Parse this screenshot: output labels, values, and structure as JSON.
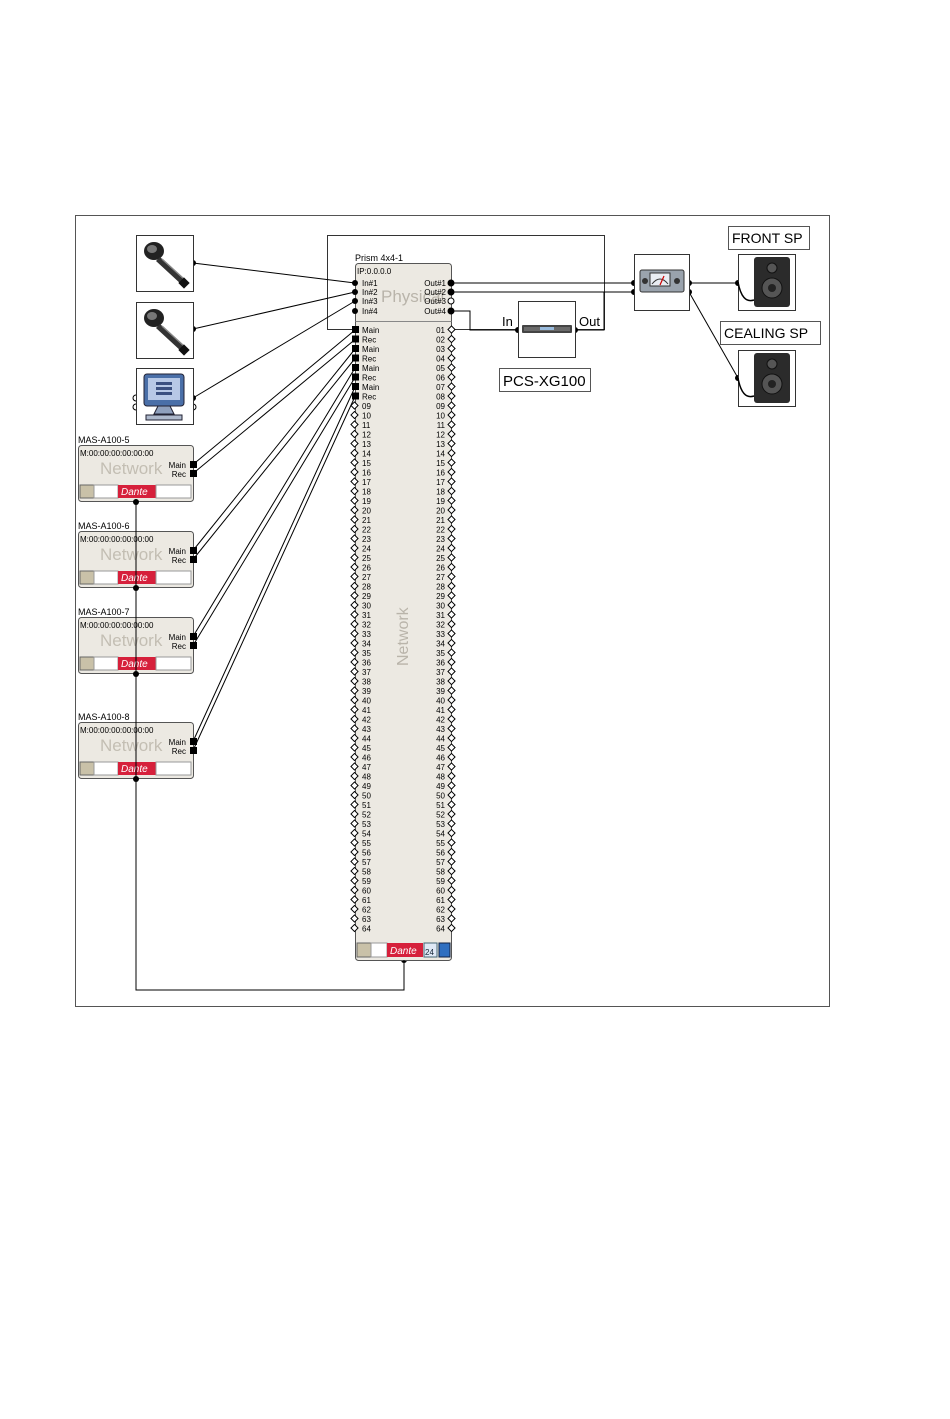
{
  "prism": {
    "name": "Prism 4x4-1",
    "ip": "IP:0.0.0.0",
    "physical_watermark": "Physical",
    "network_watermark": "Network",
    "inputs": [
      "In#1",
      "In#2",
      "In#3",
      "In#4"
    ],
    "outputs": [
      "Out#1",
      "Out#2",
      "Out#3",
      "Out#4"
    ],
    "network_left_labels": [
      "Main",
      "Rec",
      "Main",
      "Rec",
      "Main",
      "Rec",
      "Main",
      "Rec",
      "09",
      "10",
      "11",
      "12",
      "13",
      "14",
      "15",
      "16",
      "17",
      "18",
      "19",
      "20",
      "21",
      "22",
      "23",
      "24",
      "25",
      "26",
      "27",
      "28",
      "29",
      "30",
      "31",
      "32",
      "33",
      "34",
      "35",
      "36",
      "37",
      "38",
      "39",
      "40",
      "41",
      "42",
      "43",
      "44",
      "45",
      "46",
      "47",
      "48",
      "49",
      "50",
      "51",
      "52",
      "53",
      "54",
      "55",
      "56",
      "57",
      "58",
      "59",
      "60",
      "61",
      "62",
      "63",
      "64"
    ],
    "network_right_labels": [
      "01",
      "02",
      "03",
      "04",
      "05",
      "06",
      "07",
      "08",
      "09",
      "10",
      "11",
      "12",
      "13",
      "14",
      "15",
      "16",
      "17",
      "18",
      "19",
      "20",
      "21",
      "22",
      "23",
      "24",
      "25",
      "26",
      "27",
      "28",
      "29",
      "30",
      "31",
      "32",
      "33",
      "34",
      "35",
      "36",
      "37",
      "38",
      "39",
      "40",
      "41",
      "42",
      "43",
      "44",
      "45",
      "46",
      "47",
      "48",
      "49",
      "50",
      "51",
      "52",
      "53",
      "54",
      "55",
      "56",
      "57",
      "58",
      "59",
      "60",
      "61",
      "62",
      "63",
      "64"
    ],
    "dante_label": "Dante",
    "badge_number": "24"
  },
  "mas_units": [
    {
      "name": "MAS-A100-5",
      "mac": "M:00:00:00:00:00:00",
      "watermark": "Network",
      "port_main": "Main",
      "port_rec": "Rec",
      "dante_label": "Dante"
    },
    {
      "name": "MAS-A100-6",
      "mac": "M:00:00:00:00:00:00",
      "watermark": "Network",
      "port_main": "Main",
      "port_rec": "Rec",
      "dante_label": "Dante"
    },
    {
      "name": "MAS-A100-7",
      "mac": "M:00:00:00:00:00:00",
      "watermark": "Network",
      "port_main": "Main",
      "port_rec": "Rec",
      "dante_label": "Dante"
    },
    {
      "name": "MAS-A100-8",
      "mac": "M:00:00:00:00:00:00",
      "watermark": "Network",
      "port_main": "Main",
      "port_rec": "Rec",
      "dante_label": "Dante"
    }
  ],
  "pcs": {
    "label": "PCS-XG100",
    "in_label": "In",
    "out_label": "Out"
  },
  "speakers": {
    "front_label": "FRONT SP",
    "ceiling_label": "CEALING SP"
  },
  "icons": {
    "microphone": "microphone-icon",
    "computer": "computer-icon",
    "amplifier": "amplifier-icon",
    "speaker": "speaker-icon",
    "codec": "video-codec-icon"
  },
  "colors": {
    "dante_red": "#d6203b",
    "unit_face": "#ece9e2",
    "wire": "#000000"
  }
}
